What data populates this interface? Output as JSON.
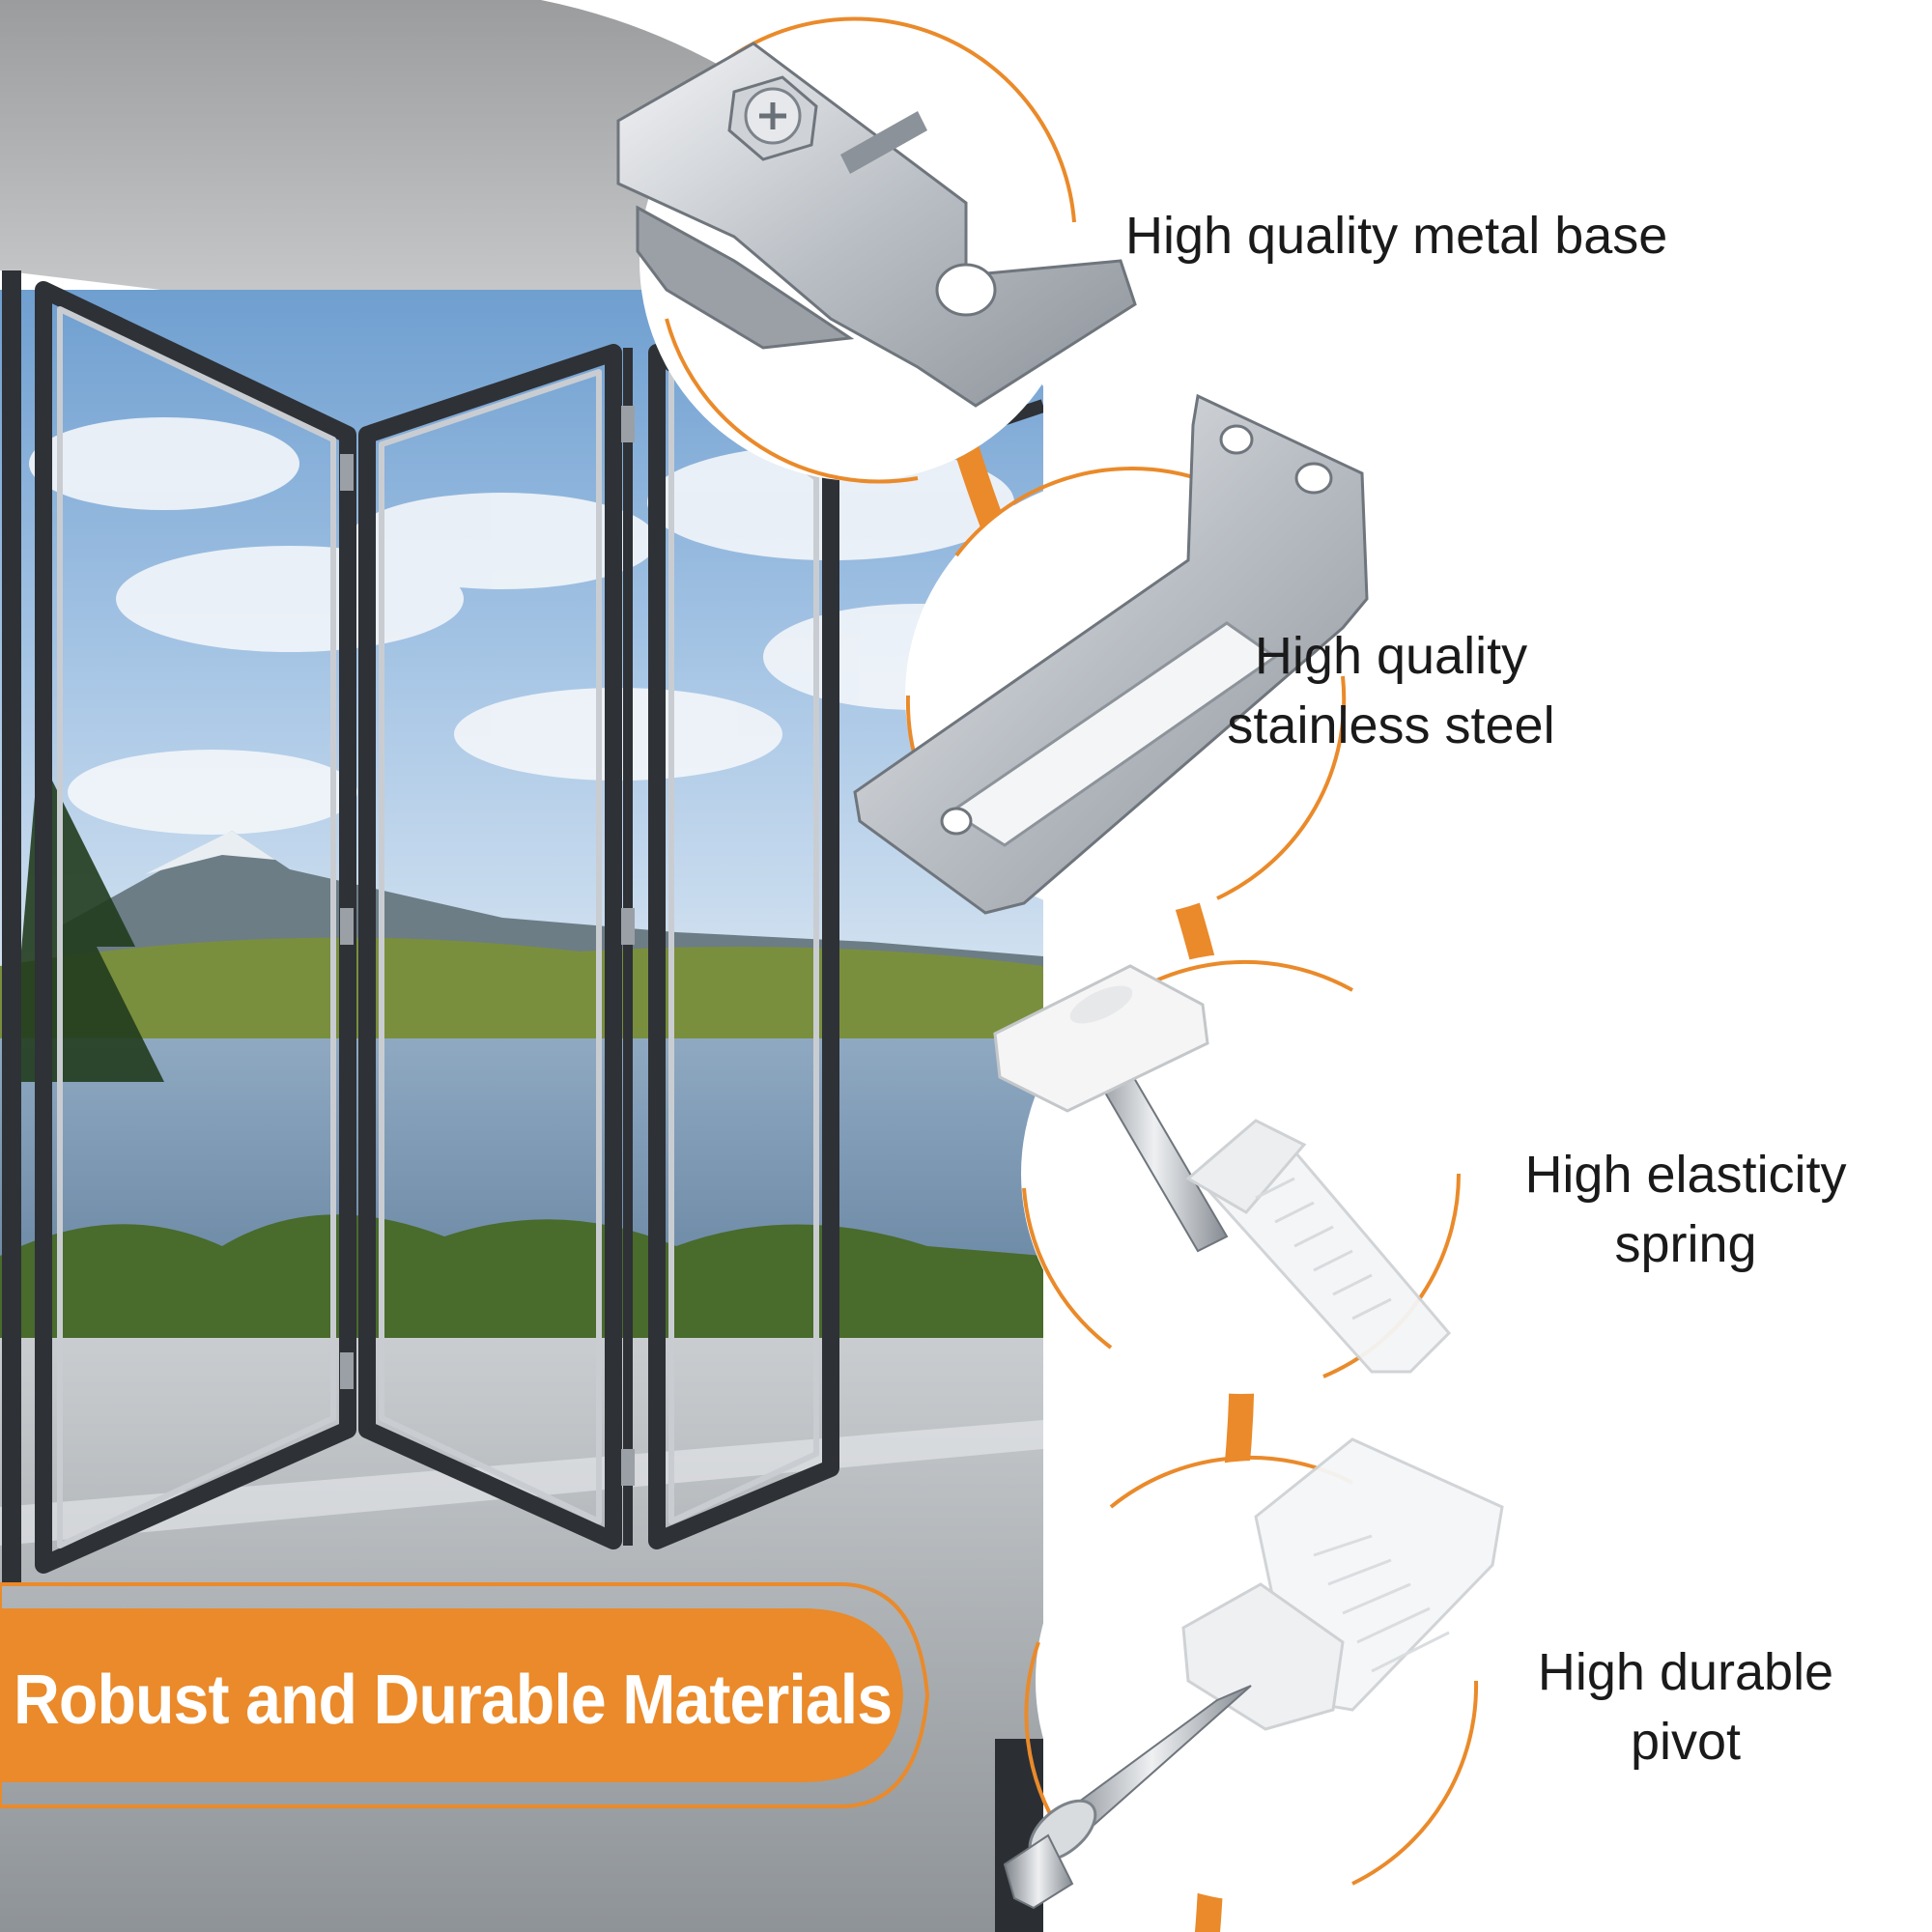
{
  "banner": {
    "text": "Robust and Durable Materials",
    "color": "#ea8a2a"
  },
  "features": [
    {
      "id": "metal-base",
      "lines": [
        "High quality metal base"
      ]
    },
    {
      "id": "stainless-steel",
      "lines": [
        "High quality",
        "stainless steel"
      ]
    },
    {
      "id": "elastic-spring",
      "lines": [
        "High elasticity",
        "spring"
      ]
    },
    {
      "id": "durable-pivot",
      "lines": [
        "High durable",
        "pivot"
      ]
    }
  ],
  "colors": {
    "accent": "#ea8a2a",
    "text": "#1a1a1a",
    "metal": "#c8ccd1",
    "frame": "#3c3f44"
  }
}
